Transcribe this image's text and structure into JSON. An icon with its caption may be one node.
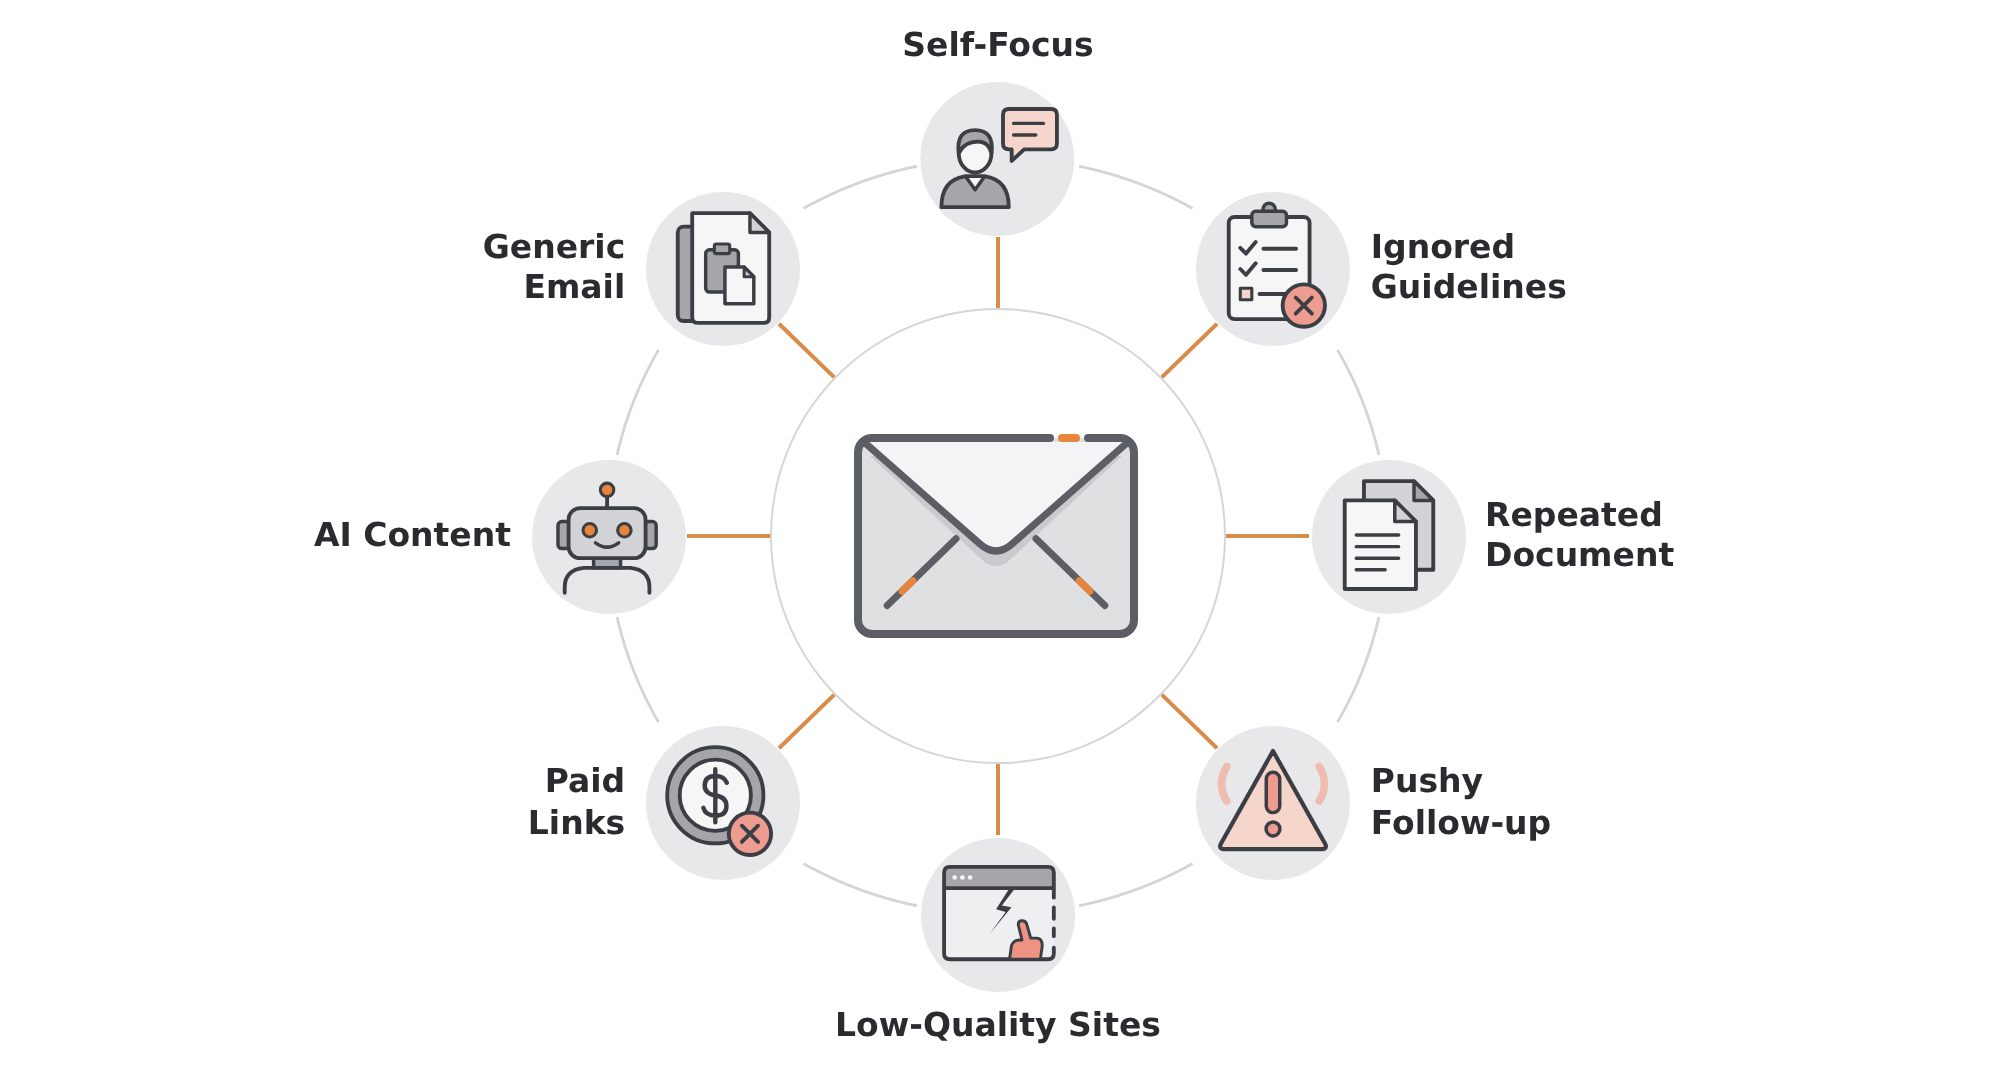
{
  "diagram": {
    "nodes": [
      {
        "text": [],
        "shape": "circle"
      },
      {
        "text": [
          "Self-Focus"
        ]
      },
      {
        "text": [
          "Ignored Guidelines"
        ]
      },
      {
        "text": [
          "Repeated Document"
        ]
      },
      {
        "text": [
          "Pushy Follow-up"
        ]
      },
      {
        "text": [
          "Low-Quality Sites"
        ]
      },
      {
        "text": [
          "Paid Links"
        ]
      },
      {
        "text": [
          "AI Content"
        ]
      },
      {
        "text": [
          "Generic Email"
        ]
      }
    ],
    "edges": [
      {
        "from": 0,
        "to": 1,
        "arrow": "none"
      },
      {
        "from": 0,
        "to": 2,
        "arrow": "none"
      },
      {
        "from": 0,
        "to": 3,
        "arrow": "none"
      },
      {
        "from": 0,
        "to": 4,
        "arrow": "none"
      },
      {
        "from": 0,
        "to": 5,
        "arrow": "none"
      },
      {
        "from": 0,
        "to": 6,
        "arrow": "none"
      },
      {
        "from": 0,
        "to": 7,
        "arrow": "none"
      },
      {
        "from": 0,
        "to": 8,
        "arrow": "none"
      },
      {
        "from": 1,
        "to": 2,
        "arrow": "none",
        "color": "#d5d5d7"
      },
      {
        "from": 2,
        "to": 3,
        "arrow": "none",
        "color": "#d5d5d7"
      },
      {
        "from": 3,
        "to": 4,
        "arrow": "none",
        "color": "#d5d5d7"
      },
      {
        "from": 4,
        "to": 5,
        "arrow": "none",
        "color": "#d5d5d7"
      },
      {
        "from": 5,
        "to": 6,
        "arrow": "none",
        "color": "#d5d5d7"
      },
      {
        "from": 6,
        "to": 7,
        "arrow": "none",
        "color": "#d5d5d7"
      },
      {
        "from": 7,
        "to": 8,
        "arrow": "none",
        "color": "#d5d5d7"
      },
      {
        "from": 8,
        "to": 1,
        "arrow": "none",
        "color": "#d5d5d7"
      }
    ]
  }
}
